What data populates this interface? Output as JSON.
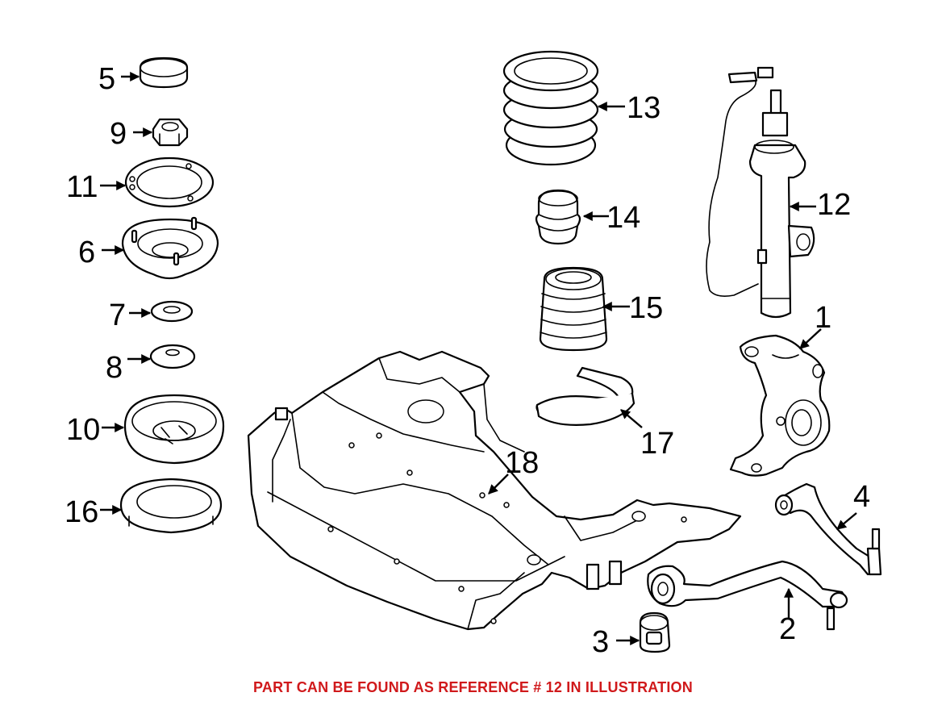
{
  "labels": {
    "r1": "1",
    "r2": "2",
    "r3": "3",
    "r4": "4",
    "r5": "5",
    "r6": "6",
    "r7": "7",
    "r8": "8",
    "r9": "9",
    "r10": "10",
    "r11": "11",
    "r12": "12",
    "r13": "13",
    "r14": "14",
    "r15": "15",
    "r16": "16",
    "r17": "17",
    "r18": "18"
  },
  "footer": {
    "text": "PART CAN BE FOUND AS REFERENCE # 12 IN ILLUSTRATION",
    "color": "#d0191b"
  }
}
